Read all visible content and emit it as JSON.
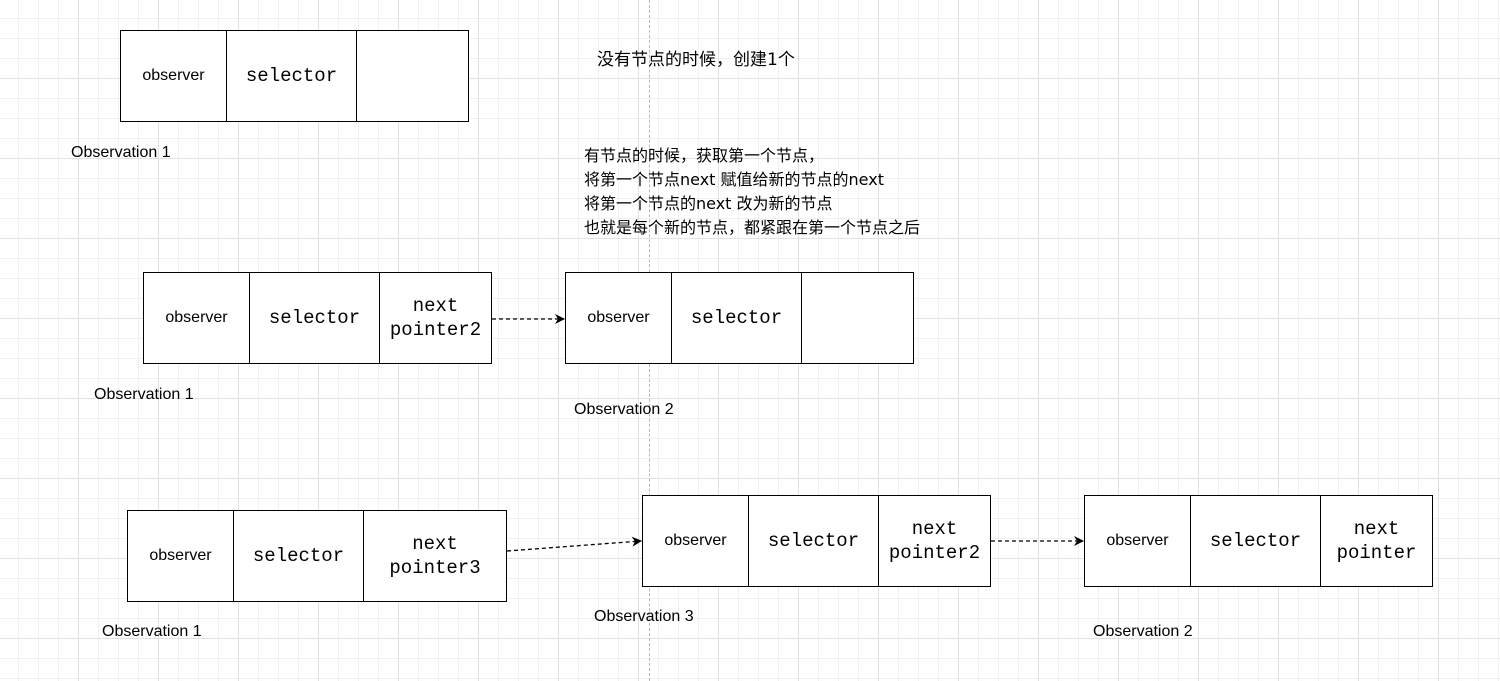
{
  "notes": {
    "no_node": "没有节点的时候，创建1个",
    "has_node": "有节点的时候，获取第一个节点，\n将第一个节点next 赋值给新的节点的next\n将第一个节点的next 改为新的节点\n也就是每个新的节点，都紧跟在第一个节点之后"
  },
  "rows": {
    "row1": {
      "node1": {
        "observer": "observer",
        "selector": "selector",
        "pointer": "",
        "caption": "Observation 1"
      }
    },
    "row2": {
      "node1": {
        "observer": "observer",
        "selector": "selector",
        "pointer": "next\npointer2",
        "caption": "Observation 1"
      },
      "node2": {
        "observer": "observer",
        "selector": "selector",
        "pointer": "",
        "caption": "Observation 2"
      }
    },
    "row3": {
      "node1": {
        "observer": "observer",
        "selector": "selector",
        "pointer": "next\npointer3",
        "caption": "Observation 1"
      },
      "node2": {
        "observer": "observer",
        "selector": "selector",
        "pointer": "next\npointer2",
        "caption": "Observation 3"
      },
      "node3": {
        "observer": "observer",
        "selector": "selector",
        "pointer": "next\npointer",
        "caption": "Observation 2"
      }
    }
  },
  "colors": {
    "line": "#000000",
    "grid": "#e2e2e2",
    "guide": "#b8b8b8"
  }
}
